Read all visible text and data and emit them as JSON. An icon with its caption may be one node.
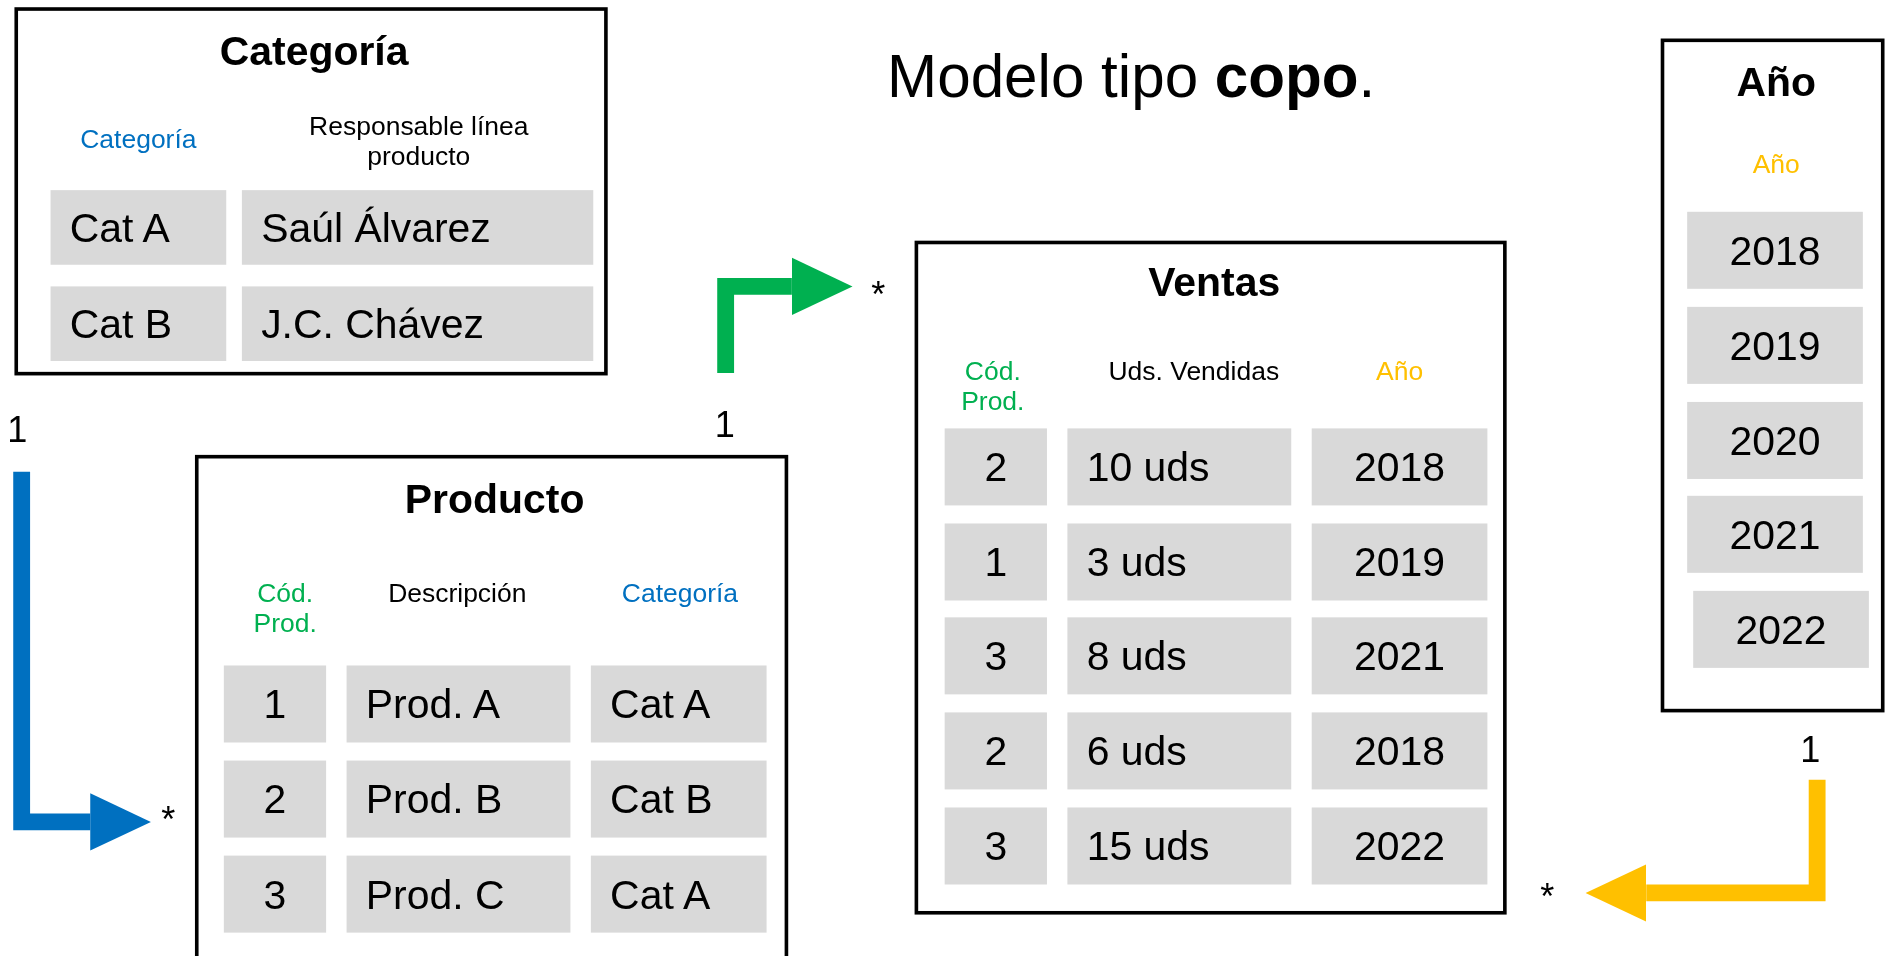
{
  "diagram": {
    "title": "Modelo tipo **copo**.",
    "nodes": [
      {
        "text": [
          "Categoría",
          "Categoría",
          "Responsable línea producto"
        ]
      },
      {
        "text": [
          "Cat A"
        ],
        "in": 0
      },
      {
        "text": [
          "Saúl Álvarez"
        ],
        "in": 0
      },
      {
        "text": [
          "Cat B"
        ],
        "in": 0
      },
      {
        "text": [
          "J.C. Chávez"
        ],
        "in": 0
      },
      {
        "text": [
          "Producto",
          "Cód. Prod.",
          "Descripción",
          "Categoría"
        ]
      },
      {
        "text": [
          "1"
        ],
        "in": 5
      },
      {
        "text": [
          "Prod. A"
        ],
        "in": 5
      },
      {
        "text": [
          "Cat A"
        ],
        "in": 5
      },
      {
        "text": [
          "2"
        ],
        "in": 5
      },
      {
        "text": [
          "Prod. B"
        ],
        "in": 5
      },
      {
        "text": [
          "Cat B"
        ],
        "in": 5
      },
      {
        "text": [
          "3"
        ],
        "in": 5
      },
      {
        "text": [
          "Prod. C"
        ],
        "in": 5
      },
      {
        "text": [
          "Cat A"
        ],
        "in": 5
      },
      {
        "text": [
          "Ventas",
          "Cód. Prod.",
          "Uds. Vendidas",
          "Año"
        ]
      },
      {
        "text": [
          "2"
        ],
        "in": 15
      },
      {
        "text": [
          "10 uds"
        ],
        "in": 15
      },
      {
        "text": [
          "2018"
        ],
        "in": 15
      },
      {
        "text": [
          "1"
        ],
        "in": 15
      },
      {
        "text": [
          "3 uds"
        ],
        "in": 15
      },
      {
        "text": [
          "2019"
        ],
        "in": 15
      },
      {
        "text": [
          "3"
        ],
        "in": 15
      },
      {
        "text": [
          "8 uds"
        ],
        "in": 15
      },
      {
        "text": [
          "2021"
        ],
        "in": 15
      },
      {
        "text": [
          "2"
        ],
        "in": 15
      },
      {
        "text": [
          "6 uds"
        ],
        "in": 15
      },
      {
        "text": [
          "2018"
        ],
        "in": 15
      },
      {
        "text": [
          "3"
        ],
        "in": 15
      },
      {
        "text": [
          "15 uds"
        ],
        "in": 15
      },
      {
        "text": [
          "2022"
        ],
        "in": 15
      },
      {
        "text": [
          "Año",
          "Año"
        ]
      },
      {
        "text": [
          "2018"
        ],
        "in": 31
      },
      {
        "text": [
          "2019"
        ],
        "in": 31
      },
      {
        "text": [
          "2020"
        ],
        "in": 31
      },
      {
        "text": [
          "2021"
        ],
        "in": 31
      },
      {
        "text": [
          "2022"
        ],
        "in": 31
      }
    ],
    "edges": [
      {
        "from": 0,
        "to": 5,
        "arrow": "to",
        "color": "#0070c0"
      },
      {
        "from": 5,
        "to": 15,
        "arrow": "to",
        "color": "#00b050"
      },
      {
        "from": 31,
        "to": 15,
        "arrow": "to",
        "color": "#ffc000"
      }
    ],
    "labels": [
      "*",
      "1",
      "1",
      "1",
      "*",
      "*"
    ]
  }
}
